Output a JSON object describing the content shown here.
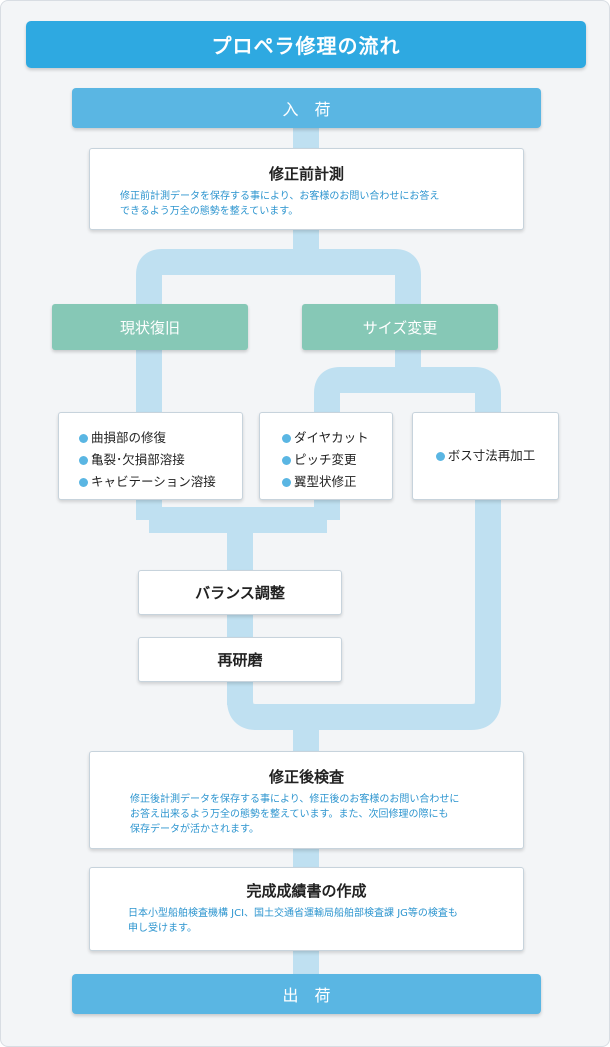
{
  "title": "プロペラ修理の流れ",
  "arrival": "入　荷",
  "pre_measure": {
    "title": "修正前計測",
    "desc": [
      "修正前計測データを保存する事により、お客様のお問い合わせにお答え",
      "できるよう万全の態勢を整えています。"
    ]
  },
  "branches": {
    "restore": "現状復旧",
    "resize": "サイズ変更"
  },
  "restore_items": [
    "曲損部の修復",
    "亀裂･欠損部溶接",
    "キャビテーション溶接"
  ],
  "resize_items": [
    "ダイヤカット",
    "ピッチ変更",
    "翼型状修正"
  ],
  "boss_item": "ボス寸法再加工",
  "balance": "バランス調整",
  "regrind": "再研磨",
  "post_inspect": {
    "title": "修正後検査",
    "desc": [
      "修正後計測データを保存する事により、修正後のお客様のお問い合わせに",
      "お答え出来るよう万全の態勢を整えています。また、次回修理の際にも",
      "保存データが活かされます。"
    ]
  },
  "report": {
    "title": "完成成績書の作成",
    "desc": [
      "日本小型船舶検査機構 JCI、国土交通省運輸局船舶部検査課 JG等の検査も",
      "申し受けます。"
    ]
  },
  "shipping": "出　荷",
  "colors": {
    "title_bg": "#2ea9e1",
    "bar_bg": "#5ab6e3",
    "branch_bg": "#86c8b6",
    "connector": "#bfe0f1",
    "desc_text": "#2d95cf"
  }
}
